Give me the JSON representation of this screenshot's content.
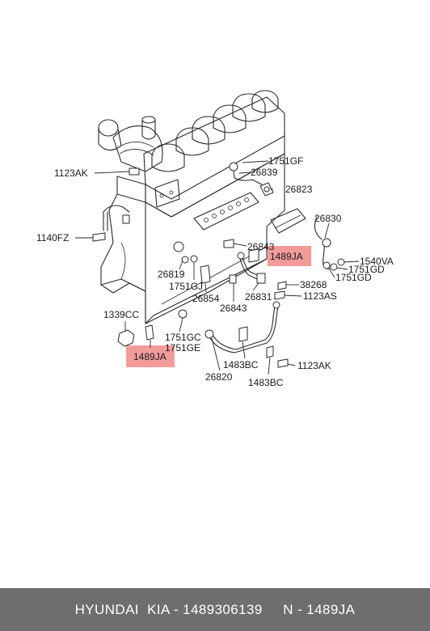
{
  "labels": {
    "l_1123ak_top": "1123AK",
    "l_1751gf": "1751GF",
    "l_26839": "26839",
    "l_26823": "26823",
    "l_1140fz": "1140FZ",
    "l_26830": "26830",
    "l_26843_a": "26843",
    "l_1489ja_right": "1489JA",
    "l_1540va": "1540VA",
    "l_26819": "26819",
    "l_1751gd_a": "1751GD",
    "l_1751gd_b": "1751GD",
    "l_1751gj": "1751GJ",
    "l_26854": "26854",
    "l_38268": "38268",
    "l_26831": "26831",
    "l_26843_b": "26843",
    "l_1123as": "1123AS",
    "l_1339cc": "1339CC",
    "l_1751gc": "1751GC",
    "l_1751ge": "1751GE",
    "l_1489ja_left": "1489JA",
    "l_1483bc_a": "1483BC",
    "l_1123ak_bottom": "1123AK",
    "l_26820": "26820",
    "l_1483bc_b": "1483BC"
  },
  "highlight_color": "#f08a8a",
  "footer": {
    "text": "HYUNDAI  KIA - 1489306139     N - 1489JA",
    "background": "#6e6e6e"
  }
}
